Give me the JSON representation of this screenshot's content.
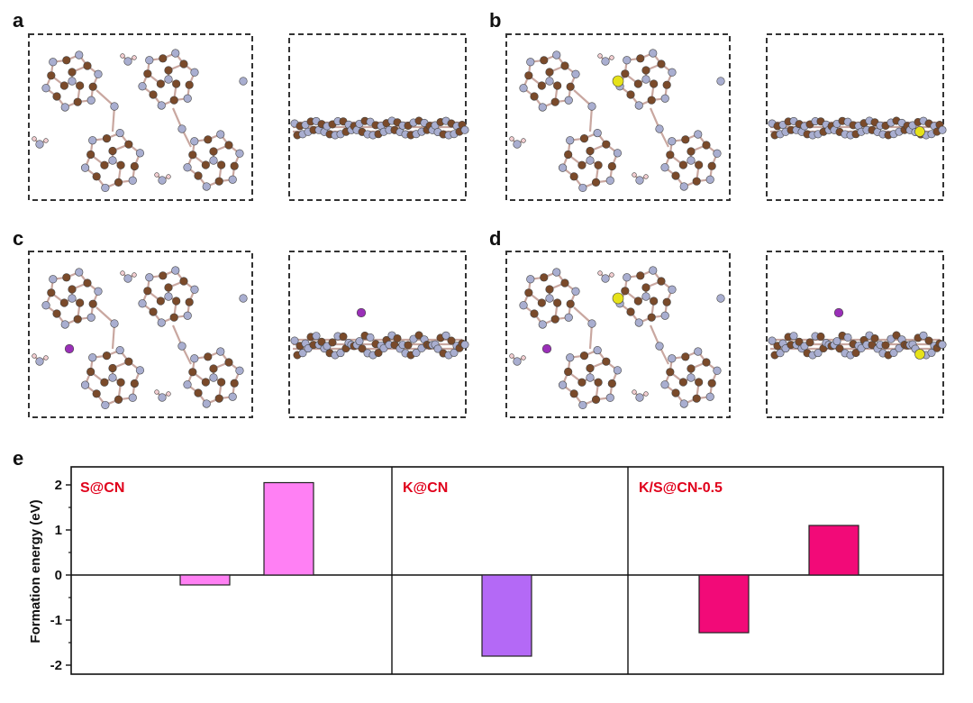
{
  "panel_labels": [
    "a",
    "b",
    "c",
    "d",
    "e"
  ],
  "structure_panels": [
    {
      "label": "a",
      "sulfur": false,
      "potassium": false
    },
    {
      "label": "b",
      "sulfur": true,
      "potassium": false
    },
    {
      "label": "c",
      "sulfur": false,
      "potassium": true
    },
    {
      "label": "d",
      "sulfur": true,
      "potassium": true
    }
  ],
  "atom_colors": {
    "carbon": "#7a4a2a",
    "nitrogen": "#a9aed0",
    "hydrogen": "#f2cdd0",
    "sulfur": "#e6e21a",
    "potassium": "#9a2fb8"
  },
  "chart_data": {
    "type": "bar",
    "ylabel": "Formation energy (eV)",
    "ylim": [
      -2.2,
      2.4
    ],
    "yticks": [
      2,
      1,
      0,
      -1,
      -2
    ],
    "grid": false,
    "groups": [
      {
        "name": "S@CN",
        "bars": [
          {
            "value": -0.22,
            "color": "#ff80f4"
          },
          {
            "value": 2.05,
            "color": "#ff80f4"
          }
        ]
      },
      {
        "name": "K@CN",
        "bars": [
          {
            "value": -1.8,
            "color": "#b469f6"
          }
        ]
      },
      {
        "name": "K/S@CN-0.5",
        "bars": [
          {
            "value": -1.28,
            "color": "#f20a78"
          },
          {
            "value": 1.1,
            "color": "#f20a78"
          }
        ]
      }
    ]
  }
}
